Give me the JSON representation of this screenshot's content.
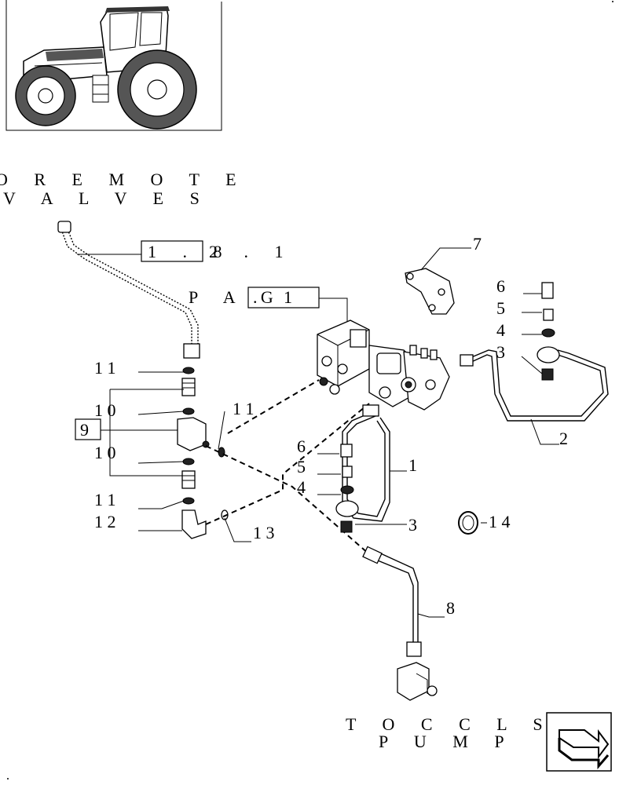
{
  "header": {
    "remote_line1": "O  R E M O T E",
    "remote_line2": "V A L V E S",
    "pump_line1": "T O   C C L S",
    "pump_line2": "P U M P"
  },
  "refs": {
    "ref_box": "1 . 8",
    "ref_suffix": "2 . 1",
    "pag_label": "P A G",
    "pag_box": ". 1",
    "group_box": "9"
  },
  "callouts": {
    "c7": "7",
    "c6a": "6",
    "c5a": "5",
    "c4a": "4",
    "c3a": "3",
    "c2": "2",
    "c11a": "1 1",
    "c10a": "1 0",
    "c10b": "1 0",
    "c11b": "1 1",
    "c12": "1 2",
    "c11c": "1 1",
    "c13": "1 3",
    "c6b": "6",
    "c5b": "5",
    "c4b": "4",
    "c1": "1",
    "c3b": "3",
    "c14": "1 4",
    "c8": "8"
  },
  "icons": {
    "tractor": "tractor-icon",
    "nav": "next-page-arrow-icon"
  }
}
